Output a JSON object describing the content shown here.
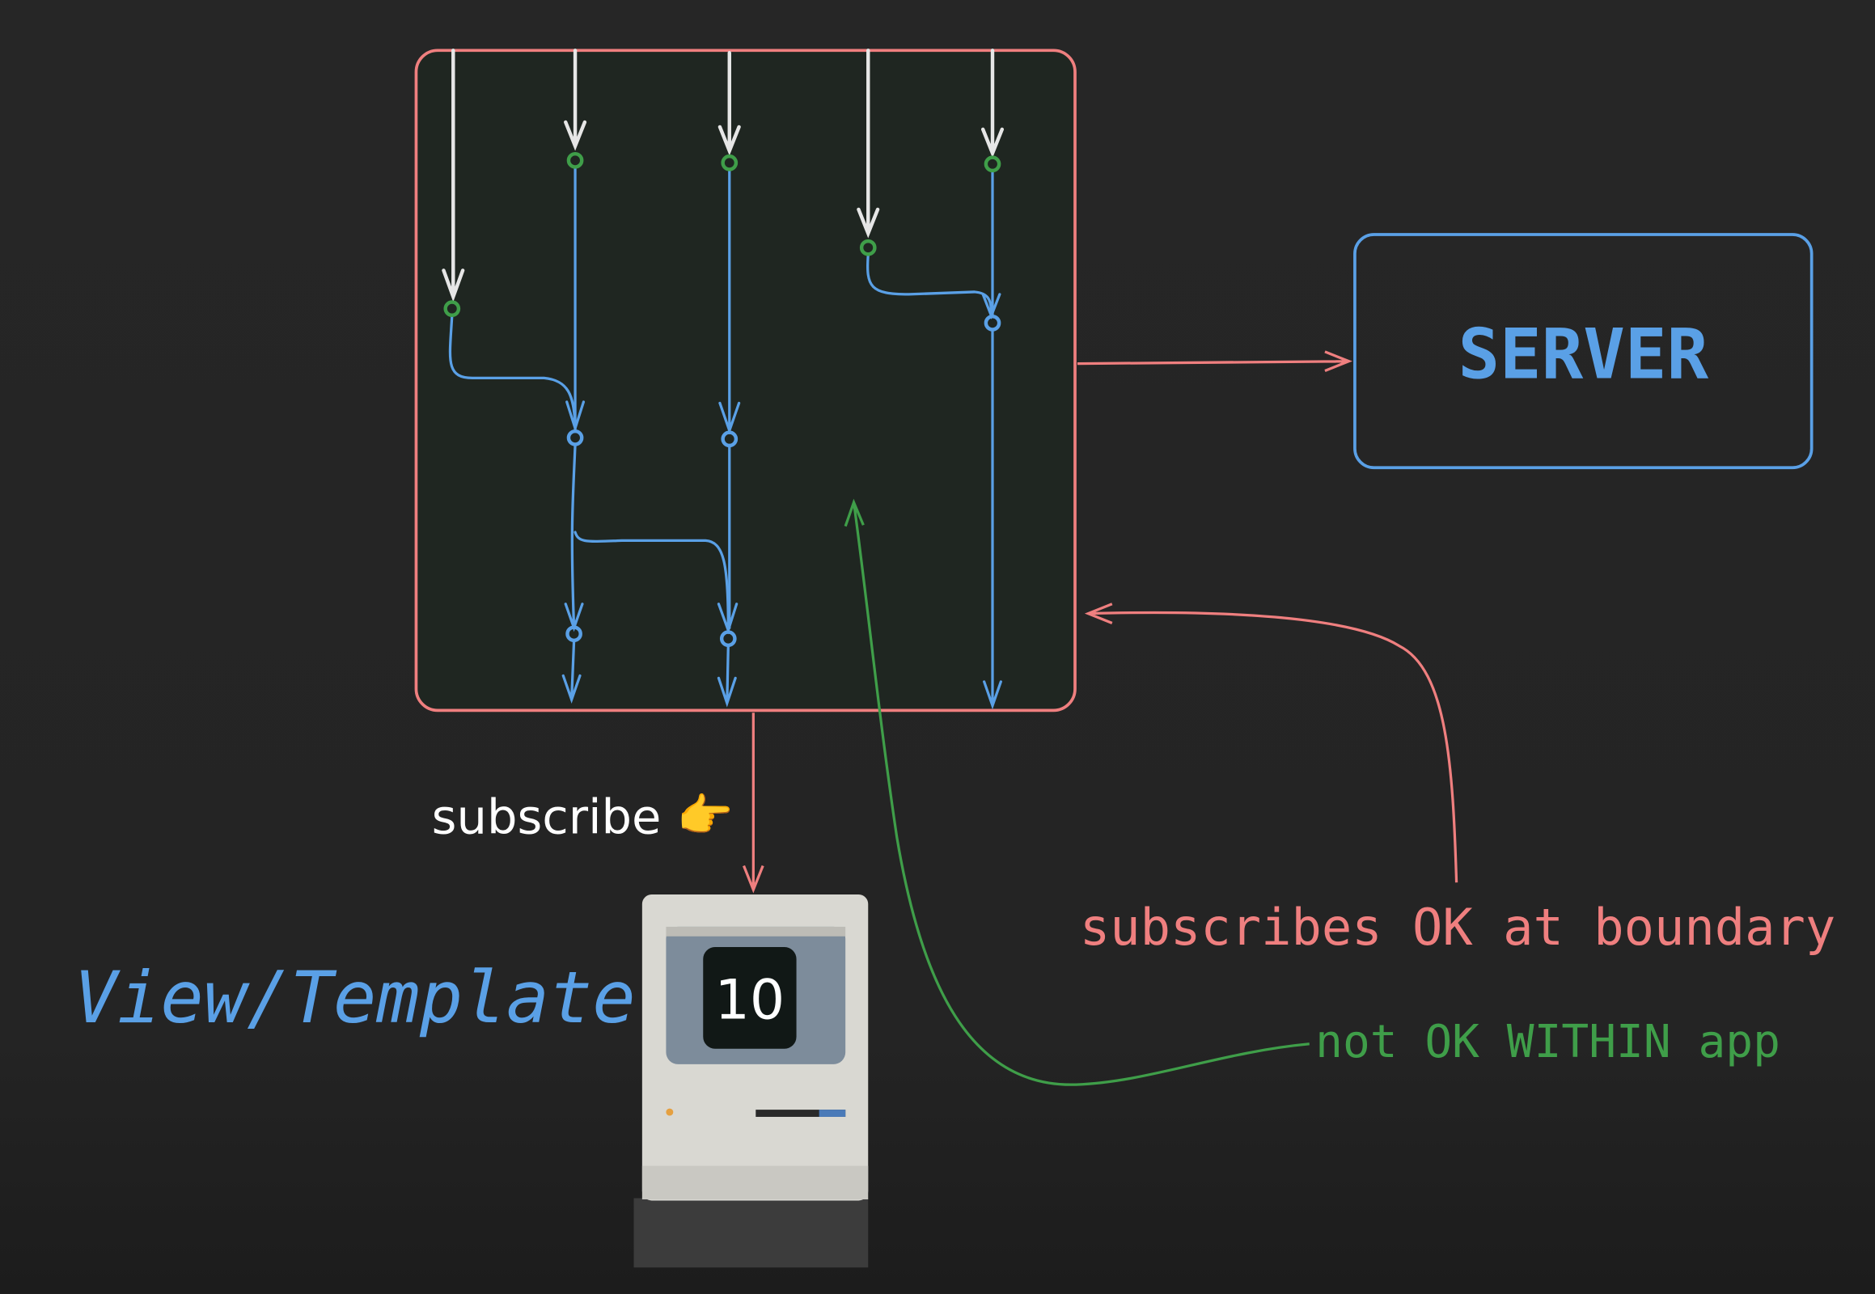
{
  "colors": {
    "background": "#242424",
    "boundary": "#ef7f7f",
    "stream": "#5aa0e6",
    "source": "#e6e6e6",
    "ok_note": "#ef7f7f",
    "not_ok_note": "#3f9e49",
    "box_fill": "#1f2621"
  },
  "server": {
    "label": "SERVER"
  },
  "subscribe": {
    "label": "subscribe",
    "emoji": "👉"
  },
  "view": {
    "label": "View/Template",
    "screen_value": "10"
  },
  "notes": {
    "ok": "subscribes OK at boundary",
    "not_ok": "not OK WITHIN app"
  }
}
